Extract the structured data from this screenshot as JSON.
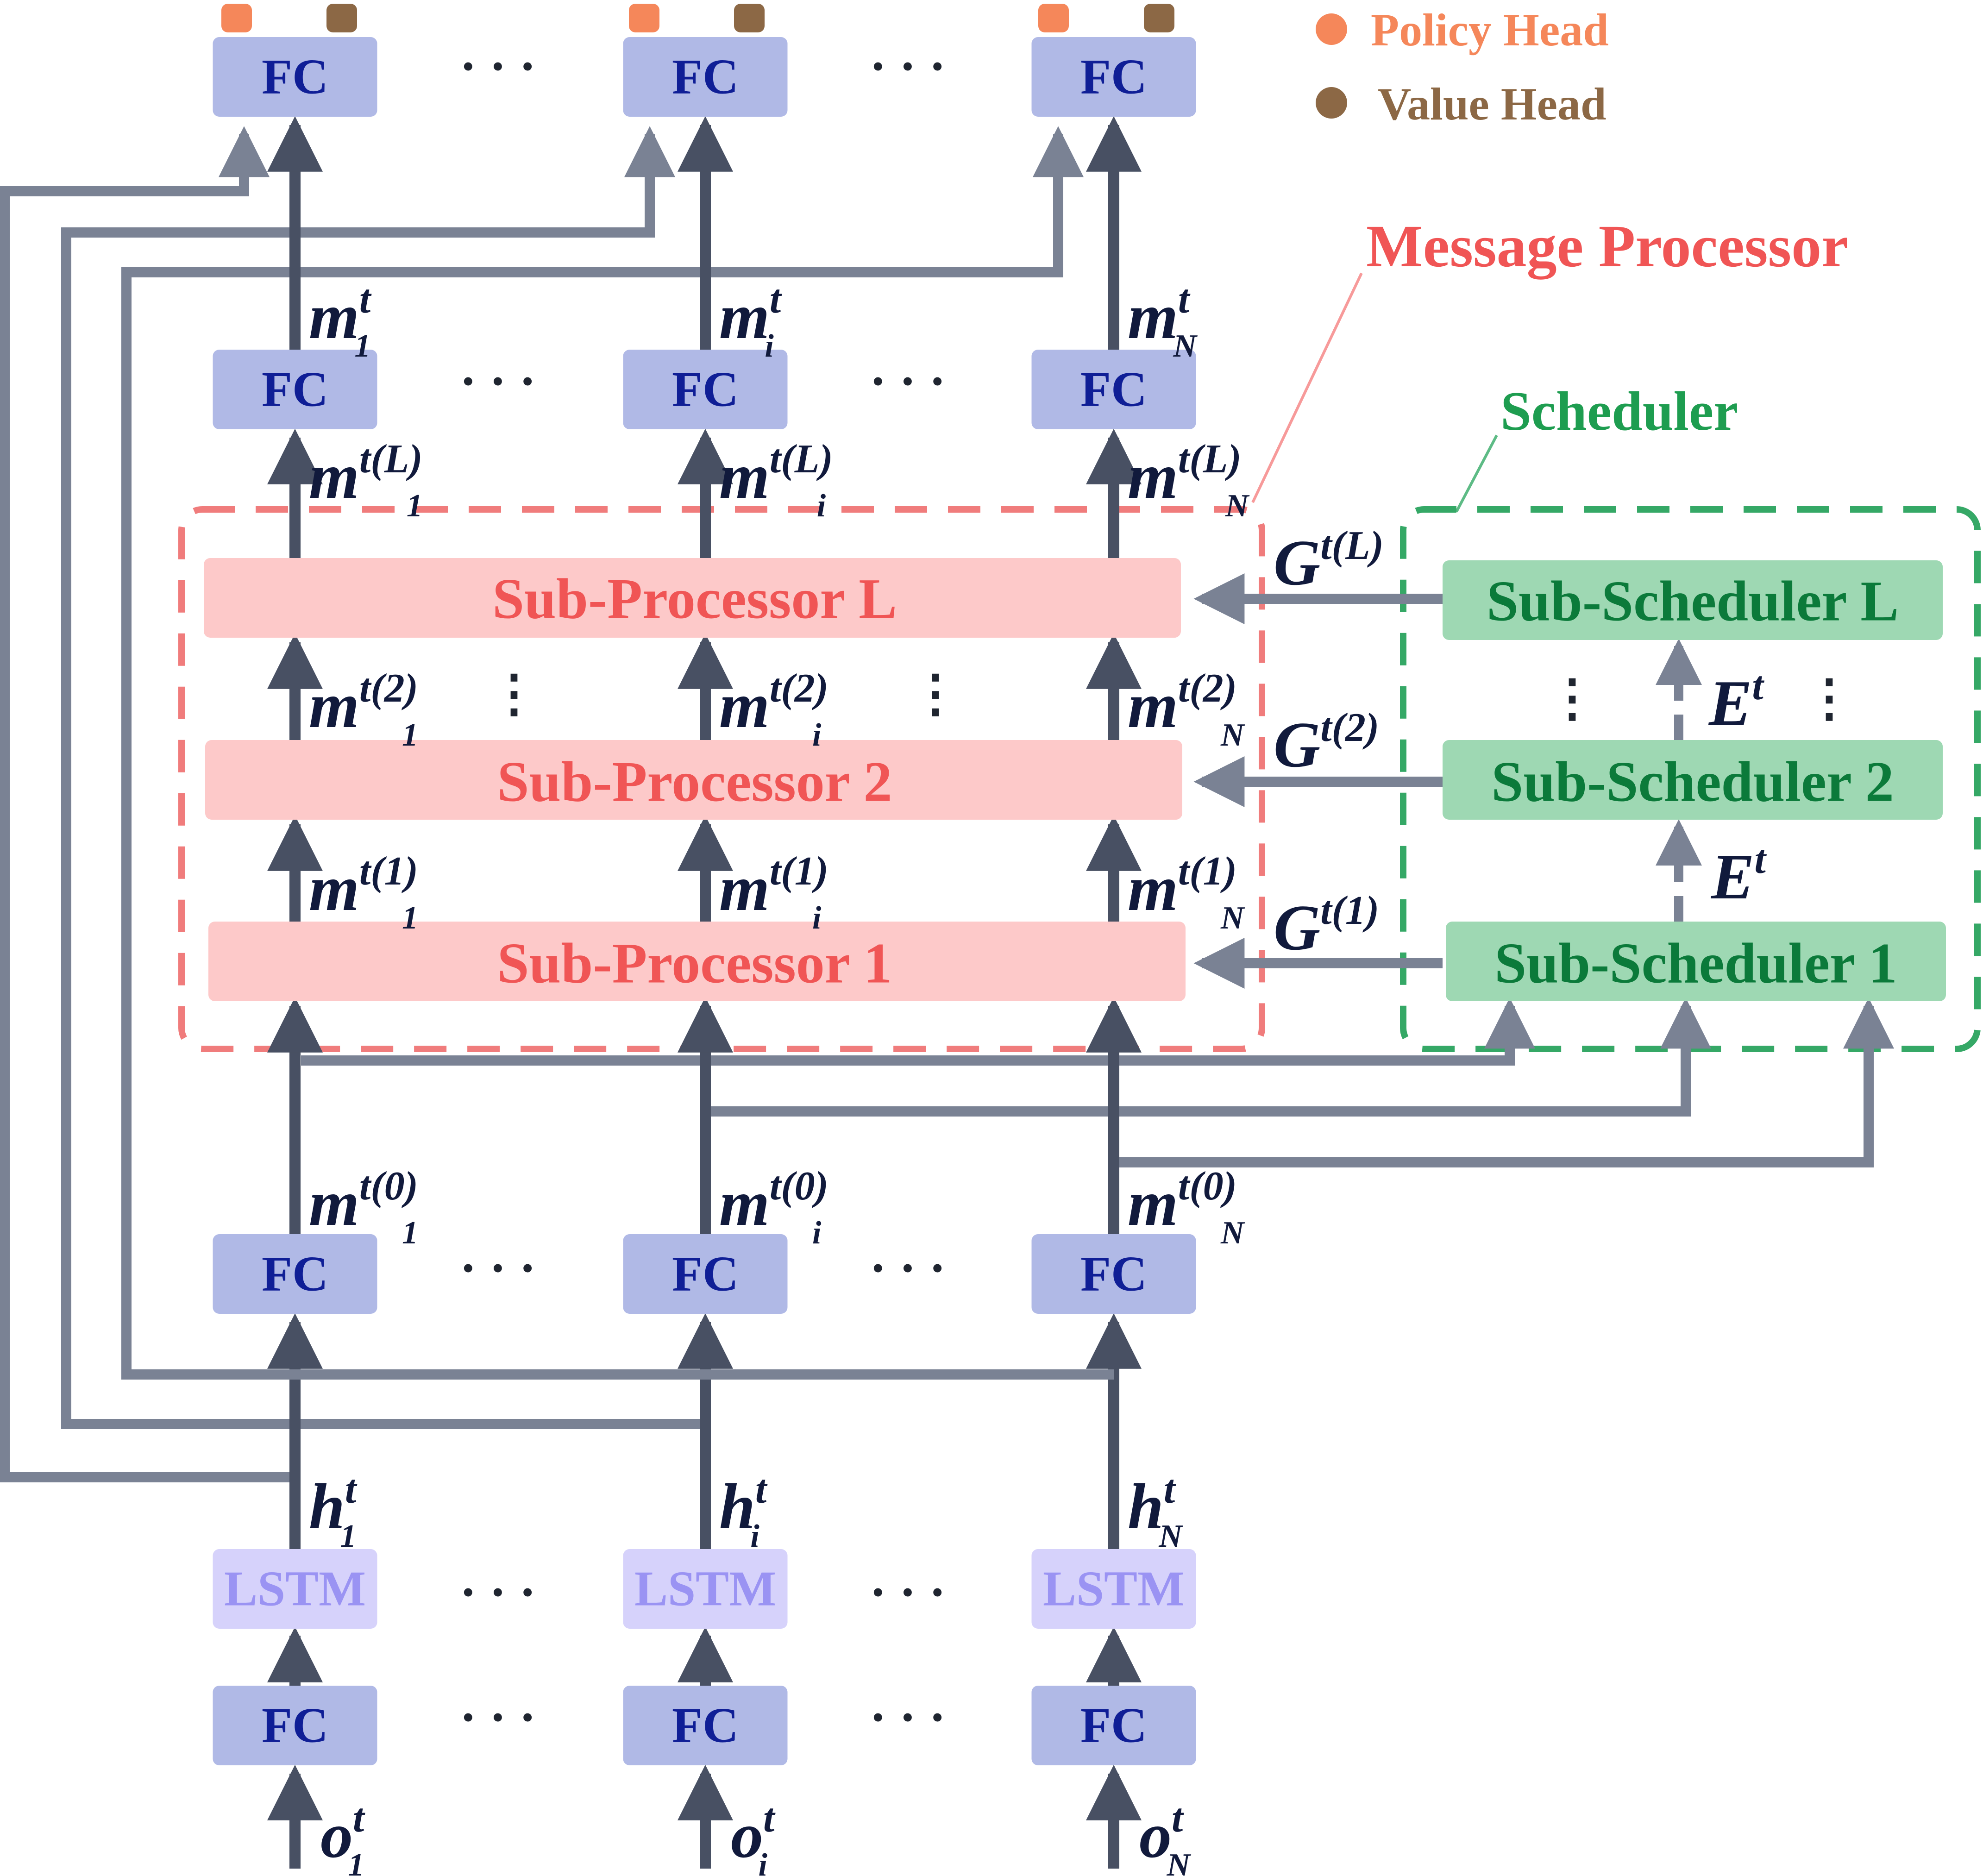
{
  "legend": [
    {
      "label": "Policy Head",
      "color": "#f5875a"
    },
    {
      "label": "Value Head",
      "color": "#8c6845"
    }
  ],
  "titles": {
    "message_processor": "Message Processor",
    "scheduler": "Scheduler"
  },
  "boxes": {
    "fc": "FC",
    "lstm": "LSTM",
    "sub_processors": [
      "Sub-Processor 1",
      "Sub-Processor 2",
      "Sub-Processor L"
    ],
    "sub_schedulers": [
      "Sub-Scheduler 1",
      "Sub-Scheduler 2",
      "Sub-Scheduler L"
    ]
  },
  "ellipsis": "· · ·",
  "vdots": "⋮",
  "agent_subscripts": [
    "1",
    "i",
    "N"
  ],
  "vars": {
    "o": "o",
    "h": "h",
    "m": "m",
    "G": "G",
    "E": "E",
    "t": "t",
    "layer_sups": [
      "t(0)",
      "t(1)",
      "t(2)",
      "t(L)"
    ],
    "g_sups": [
      "t(1)",
      "t(2)",
      "t(L)"
    ]
  },
  "colors": {
    "fc_fill": "#b0b9e6",
    "lstm_fill": "#d6d2fb",
    "processor_fill": "#fdc9c9",
    "scheduler_fill": "#9ed8b3",
    "arrow_dark": "#485063",
    "arrow_light": "#7a8294",
    "processor_border": "#f07c7c",
    "scheduler_border": "#35a866"
  }
}
